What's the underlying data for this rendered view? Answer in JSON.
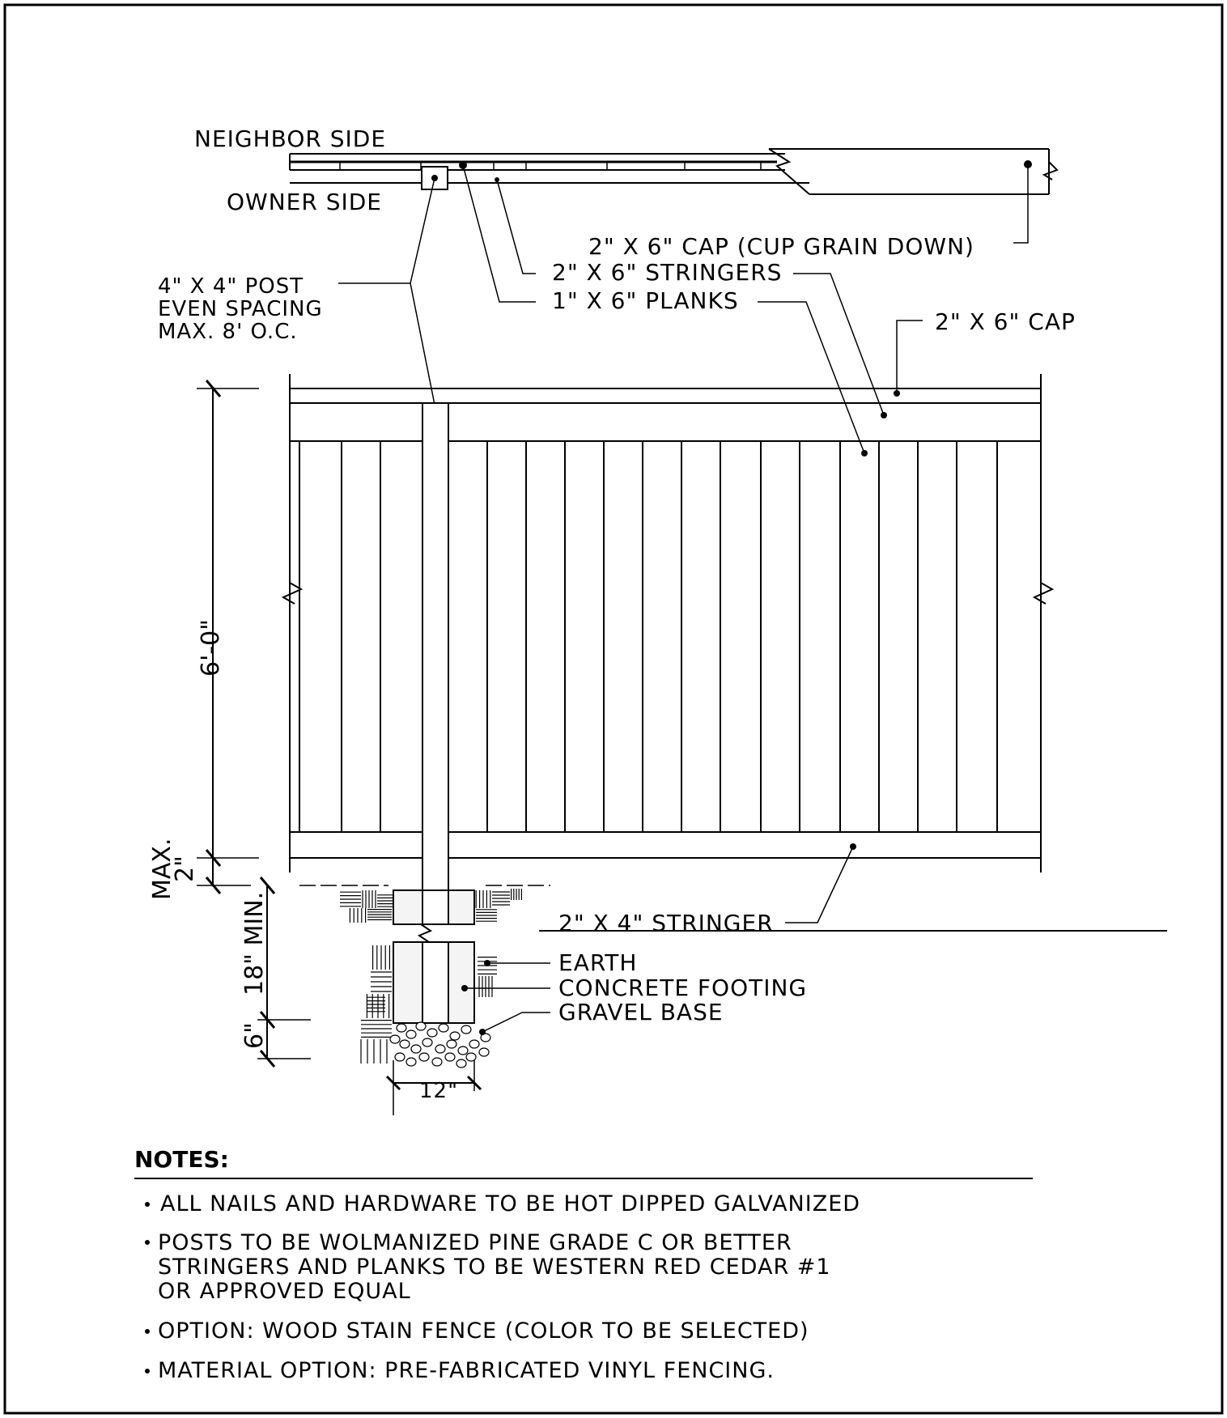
{
  "plan_view": {
    "neighbor_side": "NEIGHBOR SIDE",
    "owner_side": "OWNER SIDE"
  },
  "callouts": {
    "cap_cup": "2\" X 6\" CAP (CUP GRAIN DOWN)",
    "stringers": "2\" X 6\" STRINGERS",
    "planks": "1\" X 6\" PLANKS",
    "cap": "2\" X 6\" CAP",
    "post_line1": "4\" X 4\" POST",
    "post_line2": "EVEN SPACING",
    "post_line3": "MAX. 8' O.C.",
    "bottom_stringer": "2\" X 4\" STRINGER",
    "earth": "EARTH",
    "concrete": "CONCRETE FOOTING",
    "gravel": "GRAVEL BASE"
  },
  "dimensions": {
    "height": "6'-0\"",
    "gap_line1": "MAX.",
    "gap_line2": "2\"",
    "embed": "18\" MIN.",
    "gravel_depth": "6\"",
    "footing_width": "12\""
  },
  "notes": {
    "title": "NOTES:",
    "items": [
      "ALL NAILS AND HARDWARE TO BE HOT DIPPED GALVANIZED",
      "POSTS TO BE WOLMANIZED PINE GRADE C OR BETTER",
      "STRINGERS AND PLANKS TO BE WESTERN RED CEDAR #1",
      "OR APPROVED EQUAL",
      "OPTION: WOOD STAIN FENCE (COLOR TO BE SELECTED)",
      "MATERIAL OPTION: PRE-FABRICATED VINYL FENCING."
    ]
  }
}
